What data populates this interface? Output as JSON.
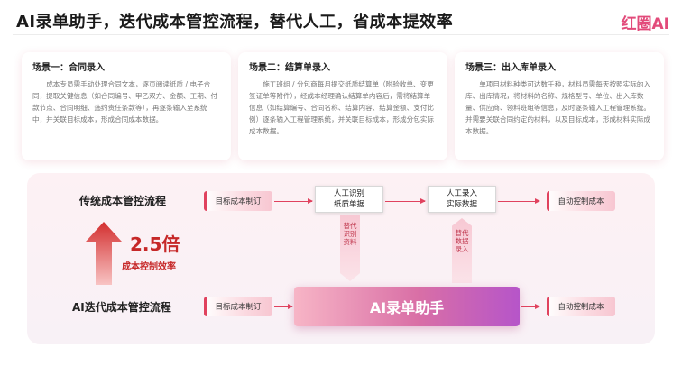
{
  "header": {
    "title": "AI录单助手，迭代成本管控流程，替代人工，省成本提效率",
    "brand": "红圈AI"
  },
  "scenarios": [
    {
      "title": "场景一：合同录入",
      "body": "成本专员需手动处理合同文本，逐页阅读纸质 / 电子合同，提取关键信息（如合同编号、甲乙双方、金额、工期、付款节点、合同明细、违约责任条款等），再逐条输入至系统中，并关联目标成本，形成合同成本数据。"
    },
    {
      "title": "场景二：结算单录入",
      "body": "施工班组 / 分包商每月提交纸质结算单（附验收单、变更签证单等附件），经成本经理确认结算单内容后，需将结算单信息（如结算编号、合同名称、结算内容、结算金额、支付比例）逐条输入工程管理系统，并关联目标成本，形成分包实际成本数据。"
    },
    {
      "title": "场景三：出入库单录入",
      "body": "单项目材料种类可达数千种，材料员需每天按照实际的入库、出库情况，将材料的名称、规格型号、单位、出入库数量、供应商、领料班组等信息，及时逐条输入工程管理系统。并需要关联合同约定的材料，以及目标成本，形成材料实际成本数据。"
    }
  ],
  "flow": {
    "traditional_label": "传统成本管控流程",
    "ai_label": "AI迭代成本管控流程",
    "step_target": "目标成本制订",
    "step_manual_identify": [
      "人工识别",
      "纸质单据"
    ],
    "step_manual_entry": [
      "人工录入",
      "实际数据"
    ],
    "step_auto_control": "自动控制成本",
    "replace_identify": "替代识别资料",
    "replace_entry": "替代数据录入",
    "factor": "2.5倍",
    "factor_label": "成本控制效率",
    "ai_assistant": "AI录单助手"
  },
  "colors": {
    "accent": "#e0425e",
    "factor": "#c62828",
    "ai_gradient_start": "#f7b5c6",
    "ai_gradient_end": "#b655c9"
  }
}
